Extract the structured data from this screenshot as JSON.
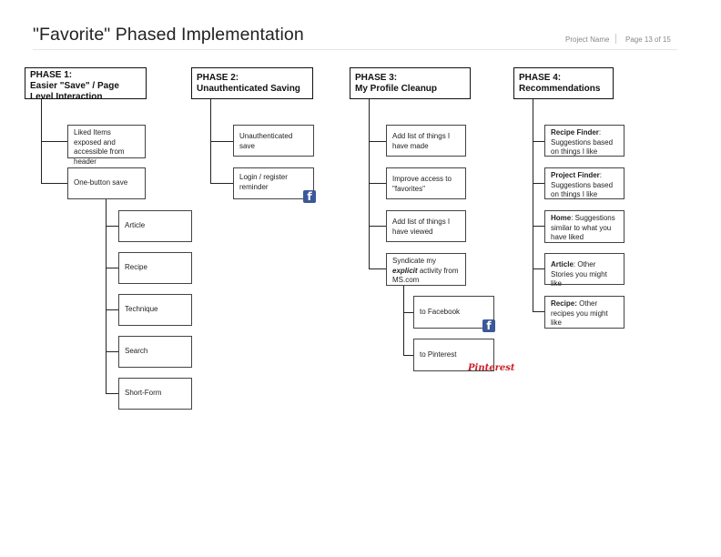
{
  "header": {
    "title": "\"Favorite\" Phased Implementation",
    "project_name": "Project Name",
    "page": "Page 13 of 15"
  },
  "phase1": {
    "title": "PHASE 1:",
    "subtitle": "Easier \"Save\" / Page Level Interaction",
    "items": [
      "Liked Items exposed and accessible from header",
      "One-button save"
    ],
    "sub_items": [
      "Article",
      "Recipe",
      "Technique",
      "Search",
      "Short-Form"
    ]
  },
  "phase2": {
    "title": "PHASE 2:",
    "subtitle": "Unauthenticated Saving",
    "items": [
      "Unauthenticated save",
      "Login / register reminder"
    ],
    "facebook_glyph": "f"
  },
  "phase3": {
    "title": "PHASE 3:",
    "subtitle": "My Profile Cleanup",
    "items": [
      "Add list of things I have made",
      "Improve access to \"favorites\"",
      "Add list of things I have viewed"
    ],
    "syndicate": {
      "pre": "Syndicate my",
      "em": "explicit",
      "post": "activity from MS.com"
    },
    "sub_items": [
      "to Facebook",
      "to Pinterest"
    ],
    "facebook_glyph": "f",
    "pinterest_logo": "Pinterest"
  },
  "phase4": {
    "title": "PHASE 4:",
    "subtitle": "Recommendations",
    "items": [
      {
        "bold": "Recipe Finder",
        "rest": ": Suggestions based on things I like"
      },
      {
        "bold": "Project Finder",
        "rest": ": Suggestions based on things I like"
      },
      {
        "bold": "Home",
        "rest": ": Suggestions similar to what you have liked"
      },
      {
        "bold": "Article",
        "rest": ": Other Stories you might like"
      },
      {
        "bold": "Recipe:",
        "rest": " Other recipes you might like"
      }
    ]
  },
  "colors": {
    "facebook": "#3b5998",
    "pinterest": "#cb2027",
    "line": "#222222"
  }
}
